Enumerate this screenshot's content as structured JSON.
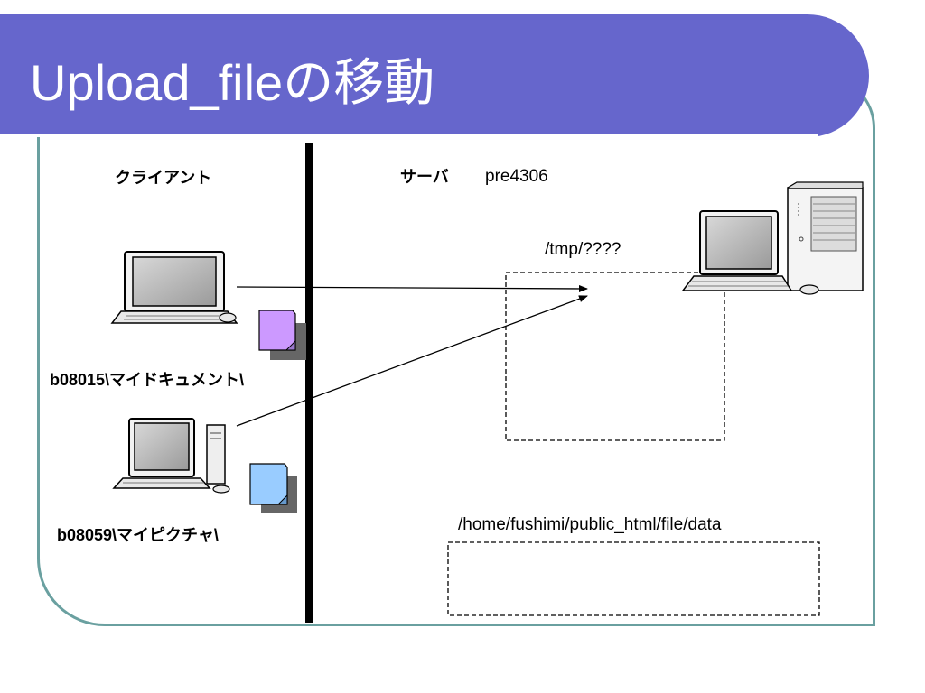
{
  "slide": {
    "title": "Upload_fileの移動"
  },
  "client": {
    "heading": "クライアント",
    "pc1_path": "b08015\\マイドキュメント\\",
    "pc2_path": "b08059\\マイピクチャ\\"
  },
  "server": {
    "heading": "サーバ",
    "name": "pre4306",
    "tmp_label": "/tmp/????",
    "data_label": "/home/fushimi/public_html/file/data"
  },
  "colors": {
    "title_bar": "#6666cc",
    "frame_border": "#6aa0a0",
    "file1": "#cc99ff",
    "file2": "#99ccff"
  }
}
